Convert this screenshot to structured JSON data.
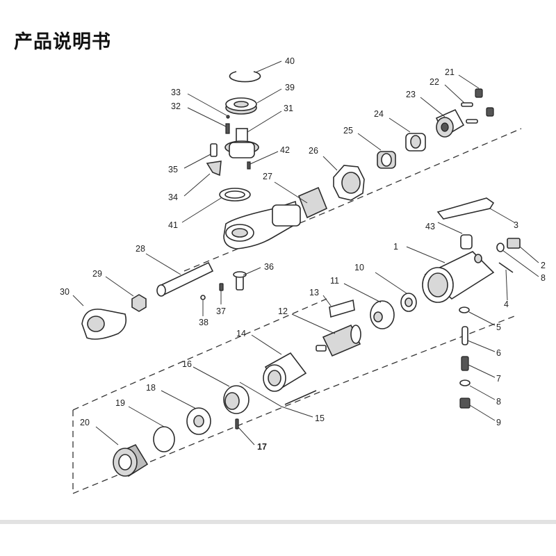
{
  "title": "产品说明书",
  "labels": [
    "1",
    "2",
    "3",
    "4",
    "5",
    "6",
    "7",
    "8",
    "8",
    "9",
    "10",
    "11",
    "12",
    "13",
    "14",
    "15",
    "16",
    "17",
    "18",
    "19",
    "20",
    "21",
    "22",
    "23",
    "24",
    "25",
    "26",
    "27",
    "28",
    "29",
    "30",
    "31",
    "32",
    "33",
    "34",
    "35",
    "36",
    "37",
    "38",
    "39",
    "40",
    "41",
    "42",
    "43"
  ],
  "colors": {
    "line": "#2b2b2b",
    "shade": "#d8d8d8",
    "dark": "#555555"
  }
}
